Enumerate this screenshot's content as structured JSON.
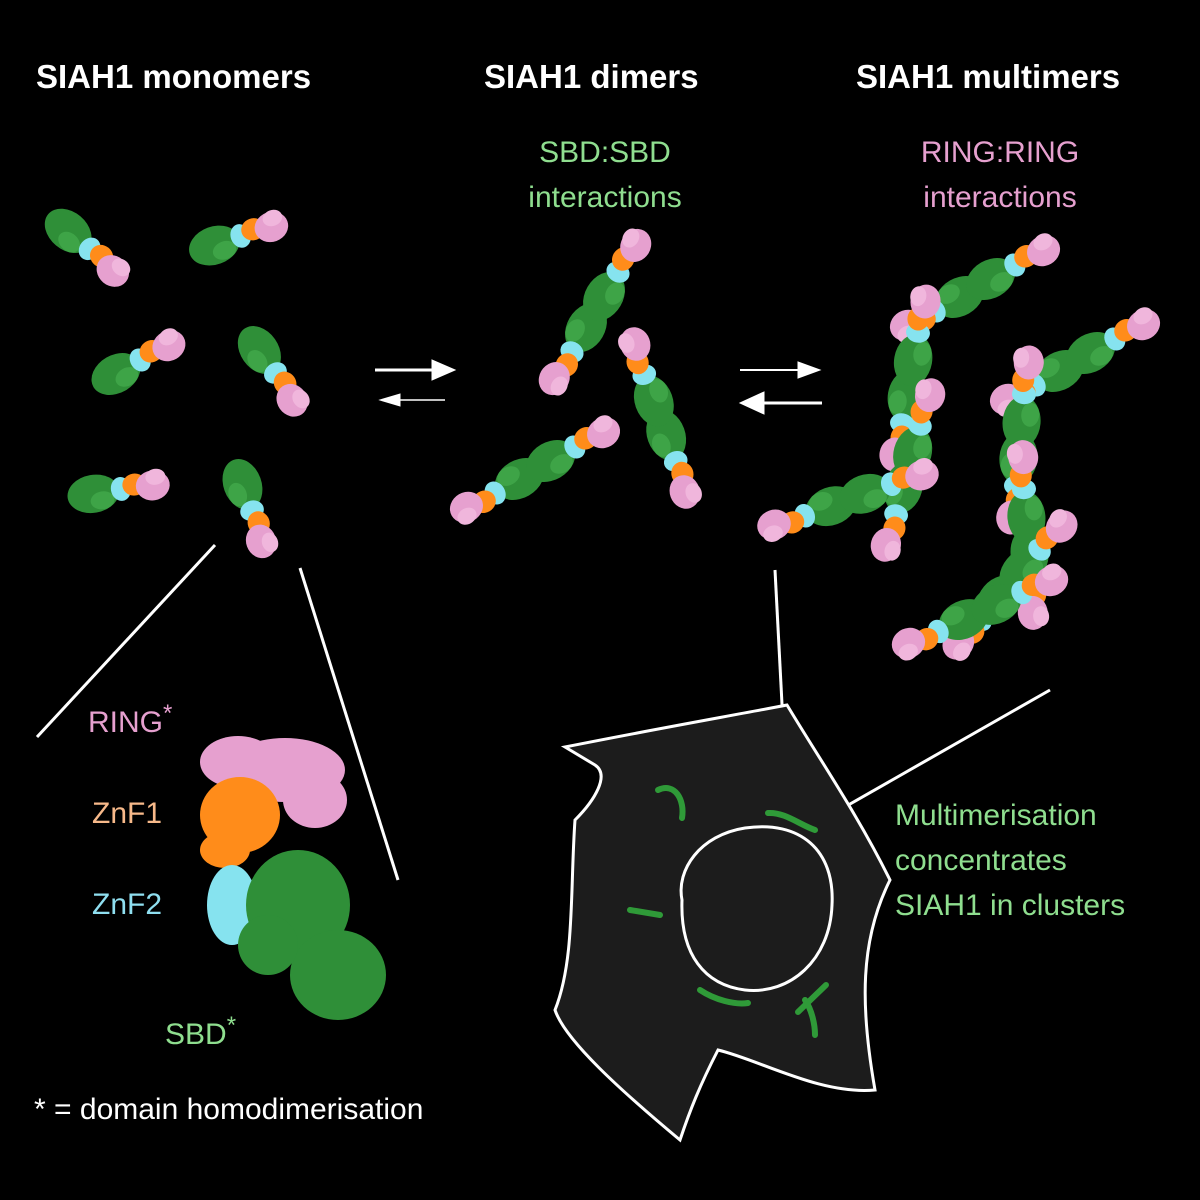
{
  "headings": {
    "monomers": "SIAH1 monomers",
    "dimers": "SIAH1 dimers",
    "multimers": "SIAH1 multimers"
  },
  "dimer_note": {
    "line1": "SBD:SBD",
    "line2": "interactions"
  },
  "multimer_note": {
    "line1": "RING:RING",
    "line2": "interactions"
  },
  "domains": {
    "ring": "RING",
    "znf1": "ZnF1",
    "znf2": "ZnF2",
    "sbd": "SBD",
    "star": "*"
  },
  "cell_caption": {
    "line1": "Multimerisation",
    "line2": "concentrates",
    "line3": "SIAH1 in clusters"
  },
  "footnote": {
    "star": "*",
    "text": "= domain homodimerisation"
  },
  "colors": {
    "background": "#000000",
    "ring": "#e6a0cf",
    "znf1": "#ff8c1a",
    "znf2": "#86e3ef",
    "sbd": "#2f8f38",
    "green_text": "#8fde8f",
    "pink_text": "#e6a0cf",
    "orange_text": "#f7b98a",
    "cyan_text": "#8fdff0",
    "cell_fill": "#1c1c1c",
    "lines": "#ffffff"
  }
}
